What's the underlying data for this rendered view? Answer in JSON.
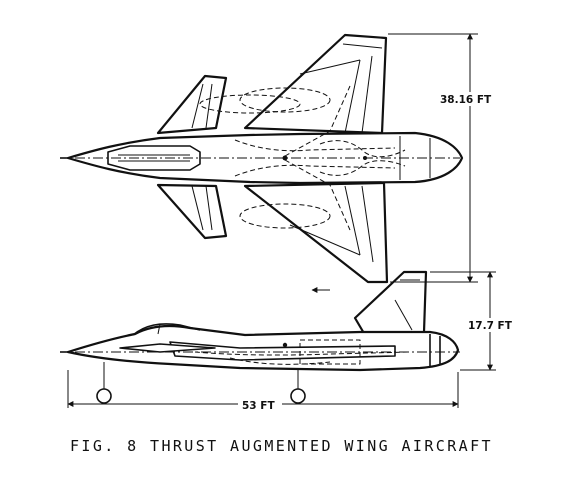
{
  "dimensions": {
    "span": "38.16 FT",
    "height": "17.7 FT",
    "length": "53 FT"
  },
  "caption": "FIG. 8  THRUST AUGMENTED WING AIRCRAFT"
}
